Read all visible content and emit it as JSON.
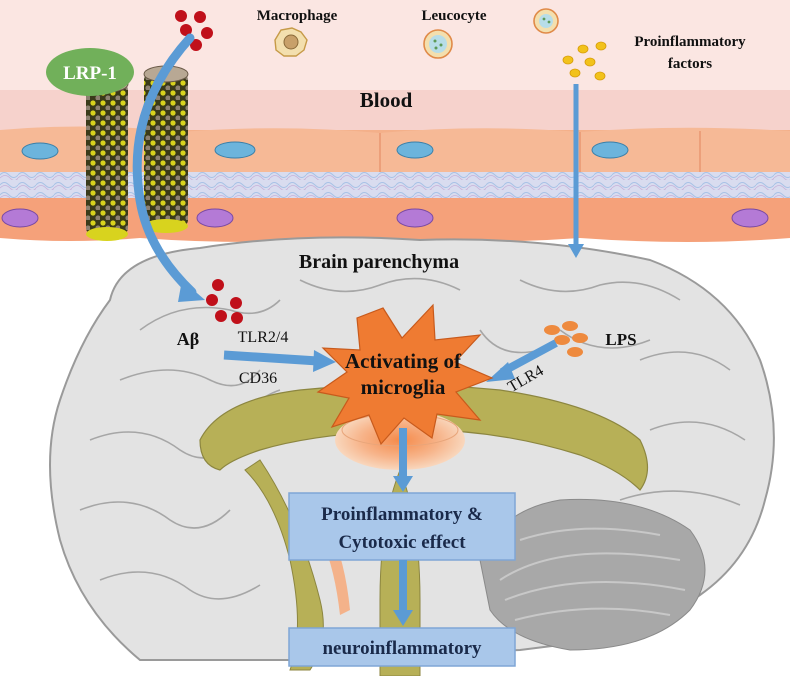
{
  "labels": {
    "lrp1": "LRP-1",
    "macrophage": "Macrophage",
    "leucocyte": "Leucocyte",
    "proinflammatory_factors_line1": "Proinflammatory",
    "proinflammatory_factors_line2": "factors",
    "blood": "Blood",
    "brain_parenchyma": "Brain parenchyma",
    "abeta": "Aβ",
    "tlr24": "TLR2/4",
    "cd36": "CD36",
    "lps": "LPS",
    "tlr4": "TLR4",
    "activating_line1": "Activating of",
    "activating_line2": "microglia",
    "effect_line1": "Proinflammatory &",
    "effect_line2": "Cytotoxic effect",
    "neuro": "neuroinflammatory"
  },
  "colors": {
    "blood_layer": "#f6d2cc",
    "endothelium": "#f4b08a",
    "basement": "#d9dcef",
    "astro_layer": "#f5a17a",
    "brain": "#e3e3e3",
    "corpus": "#b7b057",
    "arrow": "#5b9bd5",
    "star": "#ef7b32",
    "box": "#a9c7ea",
    "abeta_dot": "#c0101a",
    "lps_dot": "#ee8a3e",
    "factor_dot": "#f2c21b",
    "lrp1": "#71b05a"
  }
}
